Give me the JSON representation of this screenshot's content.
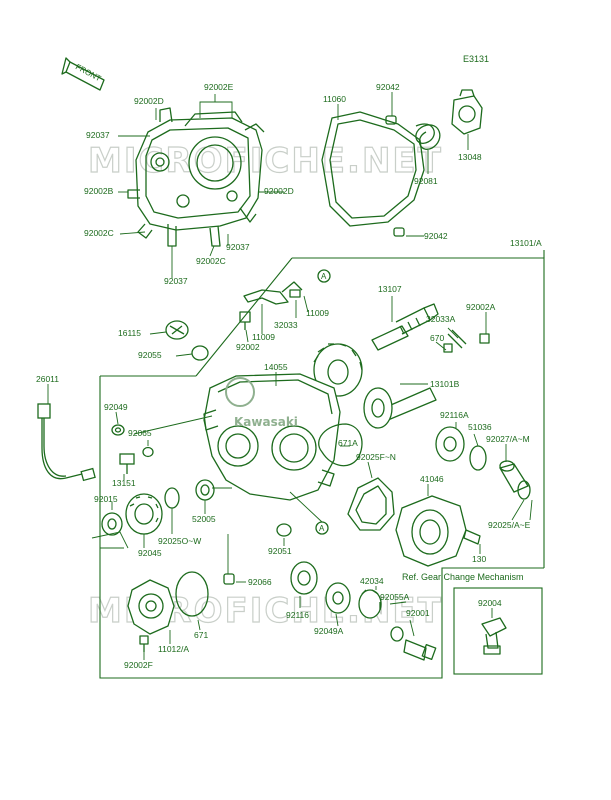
{
  "diagram": {
    "code": "E3131",
    "front_label": "FRONT",
    "watermark": "MICROFICHE.NET",
    "brand": "Kawasaki",
    "box_title": "Ref. Gear Change Mechanism",
    "circle_marker": "A",
    "labels": {
      "p92002E": "92002E",
      "p92002D_top": "92002D",
      "p92037_top": "92037",
      "p92002B": "92002B",
      "p92002D_right": "92002D",
      "p92002C_left": "92002C",
      "p92037_right": "92037",
      "p92002C_bottom": "92002C",
      "p92037_bottom": "92037",
      "p11060": "11060",
      "p92042_top": "92042",
      "p92081": "92081",
      "p13048": "13048",
      "p92042_bottom": "92042",
      "p13101A": "13101/A",
      "p16115": "16115",
      "p92055": "92055",
      "p11009_a": "11009",
      "p32033": "32033",
      "p11009_b": "11009",
      "p92002": "92002",
      "p13107": "13107",
      "p92002A": "92002A",
      "p32033A": "32033A",
      "p670": "670",
      "p13101B": "13101B",
      "p26011": "26011",
      "p92049": "92049",
      "p14055": "14055",
      "p92065": "92065",
      "p13151": "13151",
      "p92015": "92015",
      "p92045": "92045",
      "p92025OW": "92025O~W",
      "p52005": "52005",
      "p671A": "671A",
      "p92025FN": "92025F~N",
      "p92116A": "92116A",
      "p51036": "51036",
      "p92027AM": "92027/A~M",
      "p41046": "41046",
      "p92025AE": "92025/A~E",
      "p130": "130",
      "p92051": "92051",
      "p92066": "92066",
      "p92116": "92116",
      "p42034": "42034",
      "p92055A": "92055A",
      "p92049A": "92049A",
      "p92001": "92001",
      "p92004": "92004",
      "p671": "671",
      "p11012A": "11012/A",
      "p92002F": "92002F"
    }
  }
}
